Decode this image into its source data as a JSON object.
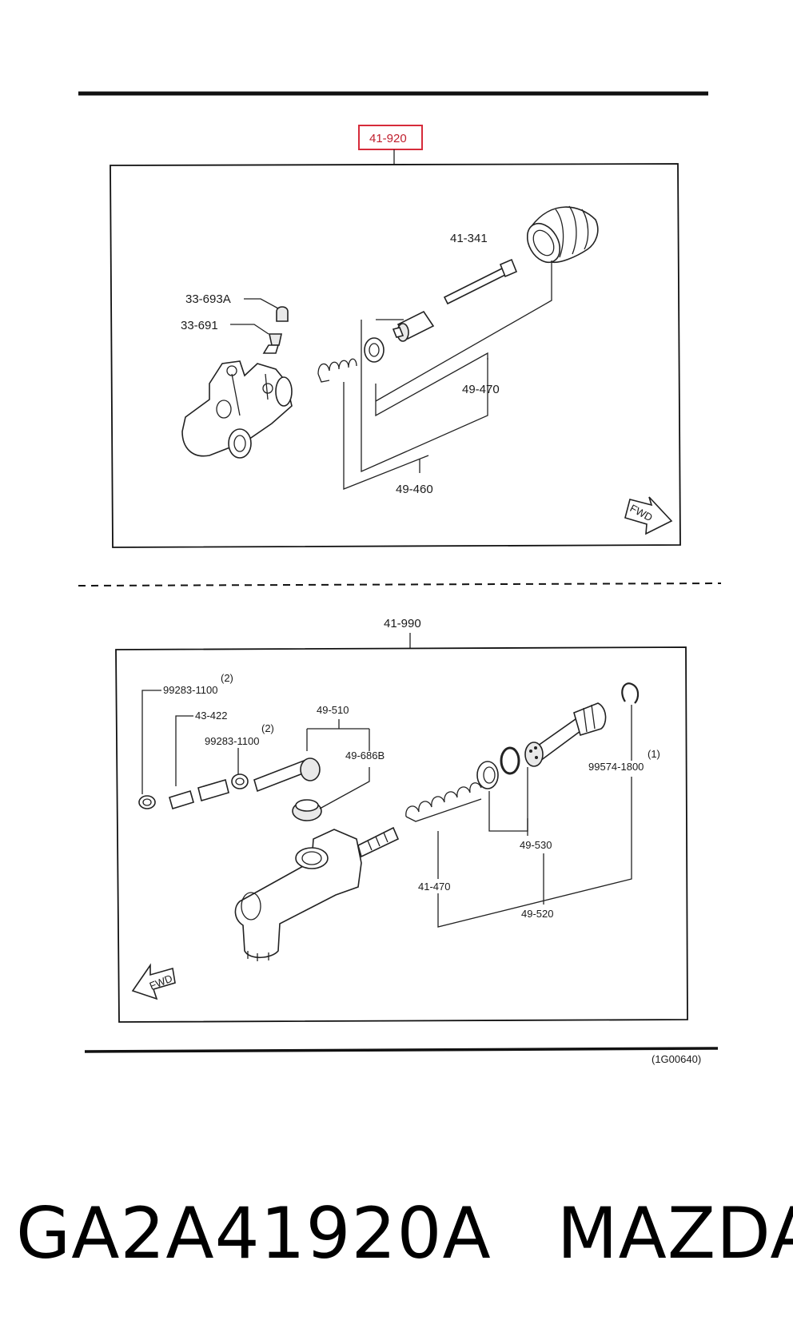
{
  "top_assembly": {
    "title_callout": "41-920",
    "labels": {
      "p41_341": "41-341",
      "p33_693a": "33-693A",
      "p33_691": "33-691",
      "p49_470": "49-470",
      "p49_460": "49-460",
      "fwd": "FWD"
    }
  },
  "bottom_assembly": {
    "title": "41-990",
    "labels": {
      "p99283_a": "99283-1100",
      "qty_a": "(2)",
      "p43_422": "43-422",
      "p99283_b": "99283-1100",
      "qty_b": "(2)",
      "p49_510": "49-510",
      "p49_686b": "49-686B",
      "p99574": "99574-1800",
      "qty_c": "(1)",
      "p49_530": "49-530",
      "p41_470": "41-470",
      "p49_520": "49-520",
      "fwd": "FWD"
    }
  },
  "figure_code": "(1G00640)",
  "caption": {
    "part_number": "GA2A41920A",
    "brand": "MAZDA"
  },
  "colors": {
    "callout_red": "#d62b3a",
    "line": "#111111"
  }
}
